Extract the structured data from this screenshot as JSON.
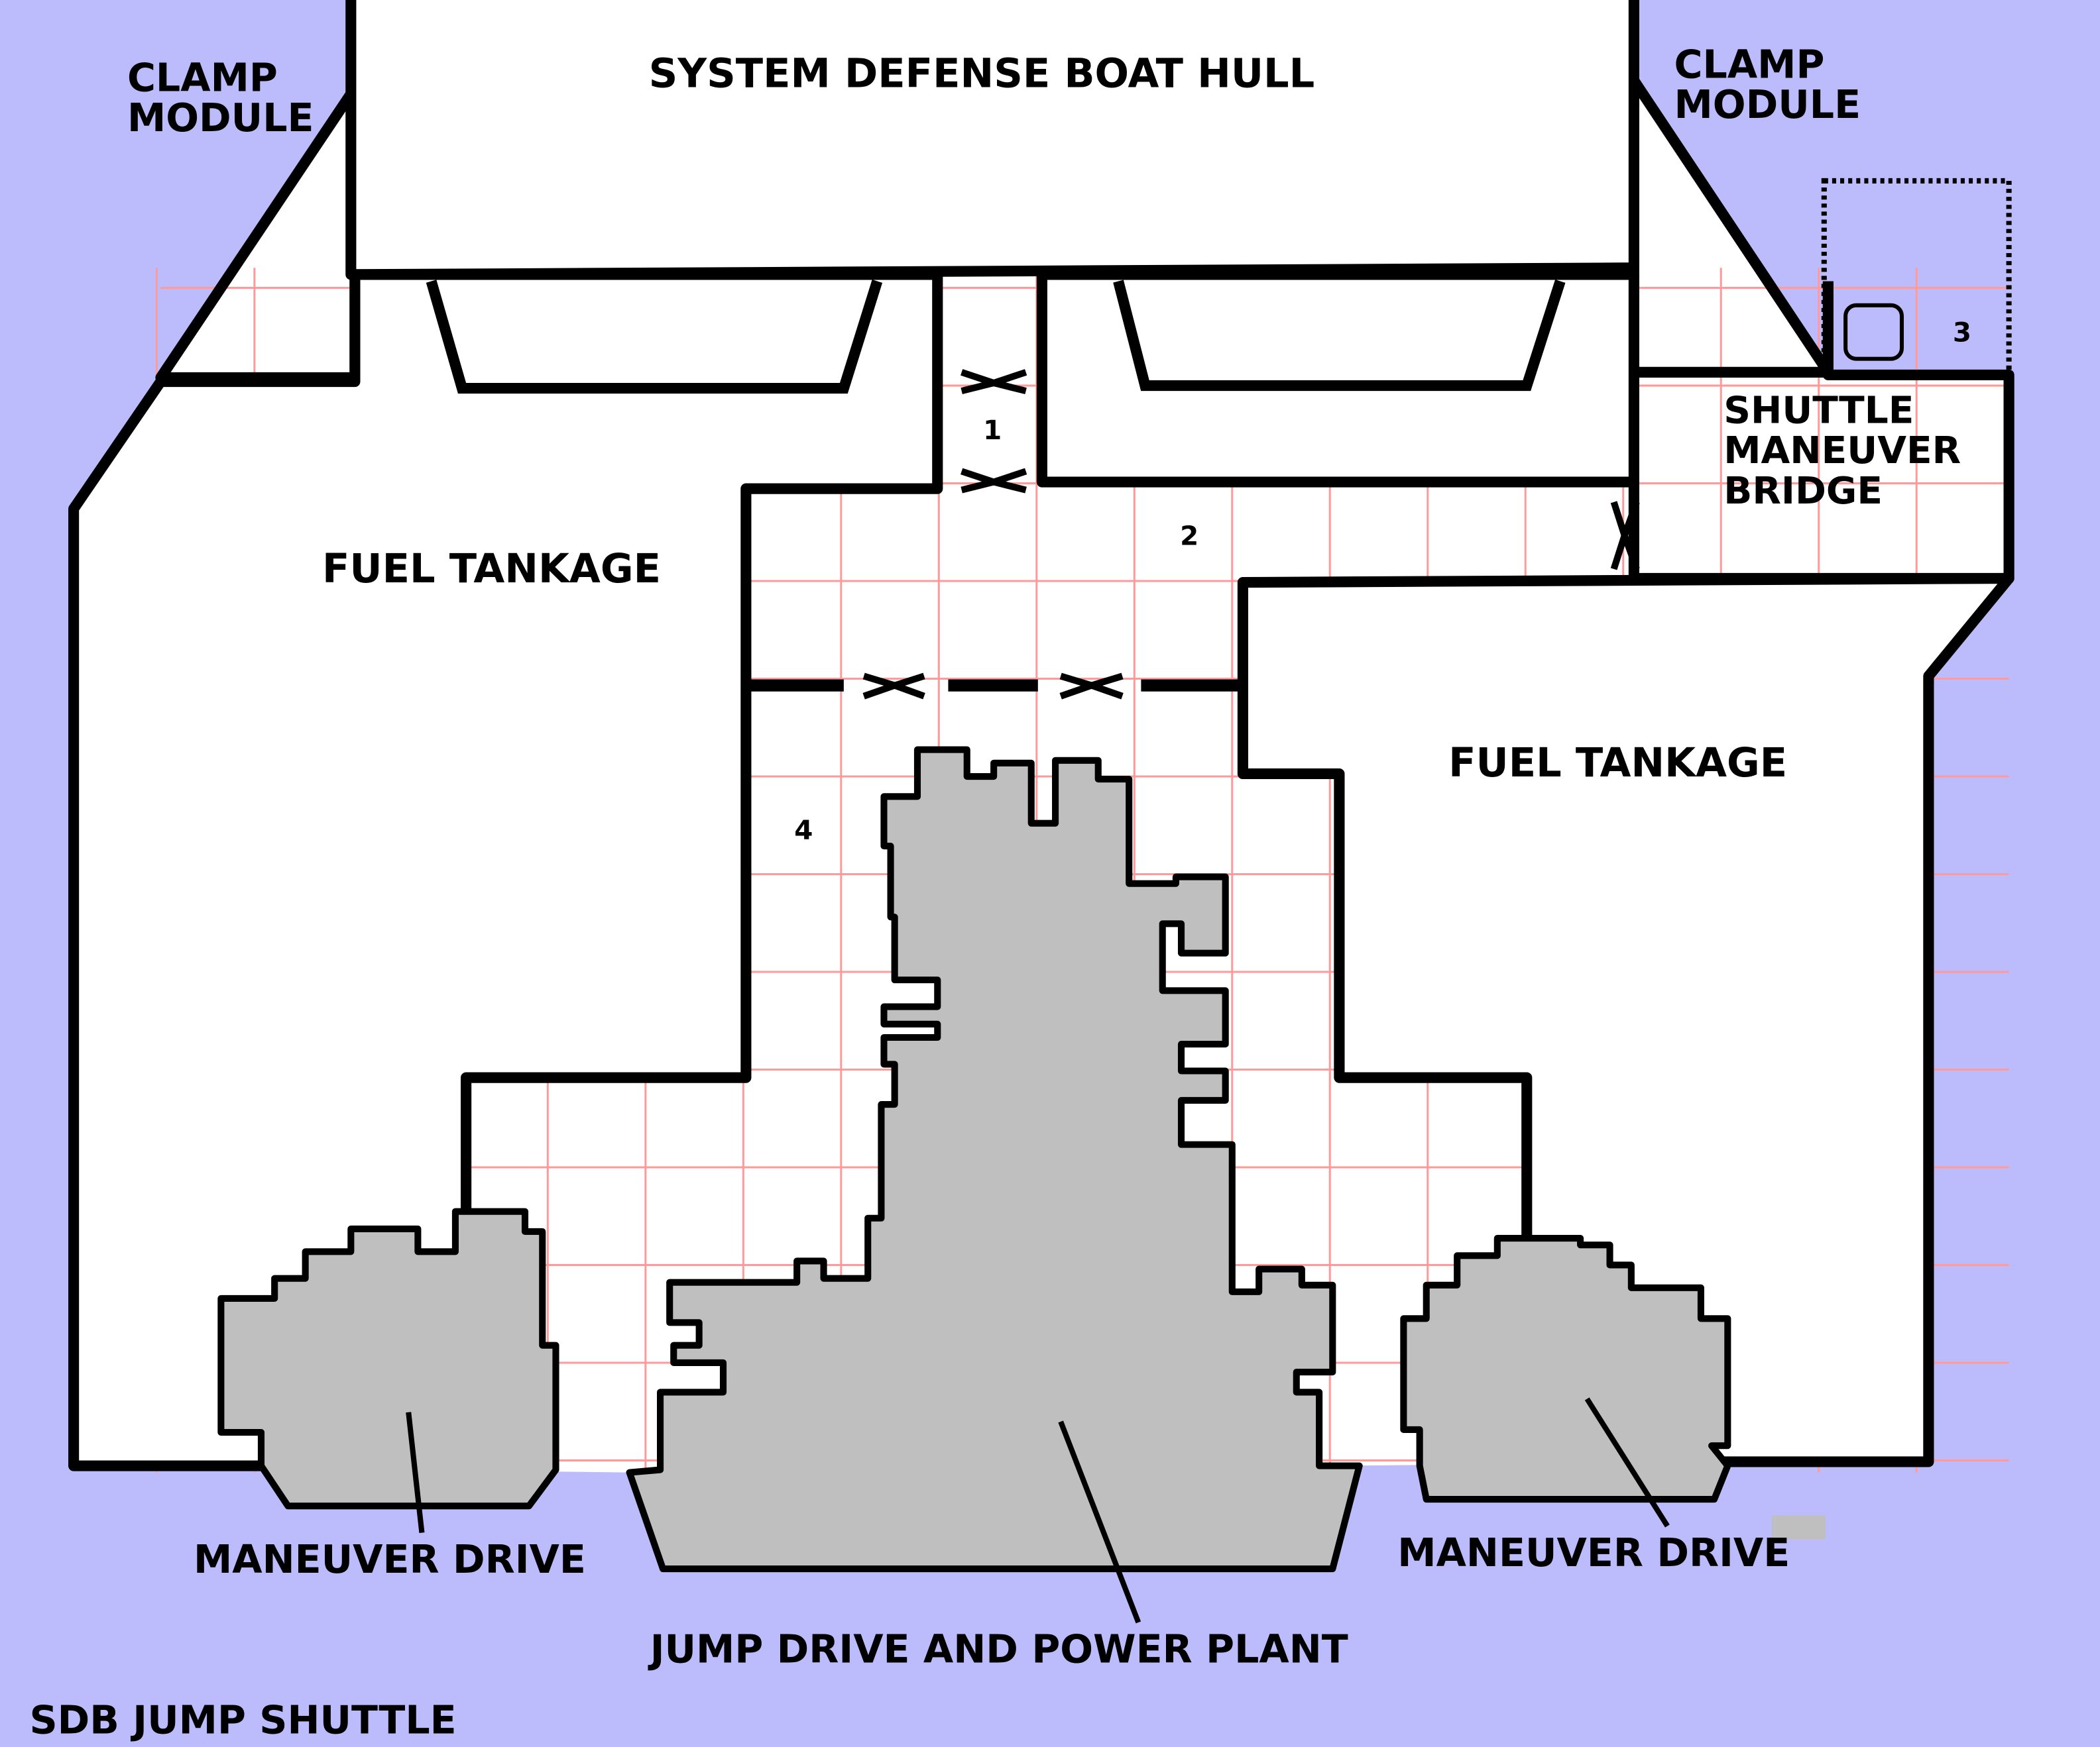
{
  "title": "SDB JUMP SHUTTLE",
  "labels": {
    "hull": "SYSTEM DEFENSE BOAT HULL",
    "clamp_left_1": "CLAMP",
    "clamp_left_2": "MODULE",
    "clamp_right_1": "CLAMP",
    "clamp_right_2": "MODULE",
    "fuel_left": "FUEL TANKAGE",
    "fuel_right": "FUEL TANKAGE",
    "bridge_1": "SHUTTLE",
    "bridge_2": "MANEUVER",
    "bridge_3": "BRIDGE",
    "drive_left": "MANEUVER DRIVE",
    "drive_right": "MANEUVER DRIVE",
    "jump": "JUMP DRIVE AND POWER PLANT"
  },
  "rooms": [
    "1",
    "2",
    "3",
    "4"
  ],
  "colors": {
    "background": "#bcbcfc",
    "grid": "#ff9a9a",
    "machinery": "#bfbfbf"
  }
}
